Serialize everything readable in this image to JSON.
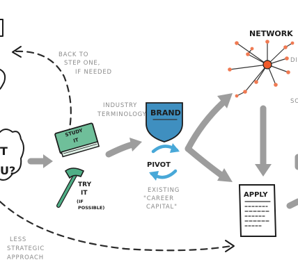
{
  "labels": {
    "network": "NETWORK",
    "brand": "BRAND",
    "pivot": "PIVOT",
    "apply": "APPLY",
    "study_it_1": "STUDY",
    "study_it_2": "IT",
    "try_it_1": "TRY",
    "try_it_2": "IT",
    "try_it_3": "(IF",
    "try_it_4": "POSSIBLE)",
    "thought_1": "T",
    "thought_2": "U?",
    "net_side": "DI",
    "right_side": "SO"
  },
  "notes": {
    "back_1": "BACK TO",
    "back_2": "STEP ONE,",
    "back_3": "IF NEEDED",
    "industry_1": "INDUSTRY",
    "industry_2": "TERMINOLOGY",
    "existing_1": "EXISTING",
    "existing_2": "\"CAREER",
    "existing_3": "CAPITAL\"",
    "less_1": "LESS",
    "less_2": "STRATEGIC",
    "less_3": "APPROACH"
  },
  "colors": {
    "book": "#6fbf9a",
    "hammer": "#4fae86",
    "brand_shield": "#3f8fc0",
    "pivot_arrows": "#48a8d8",
    "network_nodes": "#f07a52",
    "network_center": "#f05a2a",
    "grey_arrows": "#9d9d9d"
  }
}
